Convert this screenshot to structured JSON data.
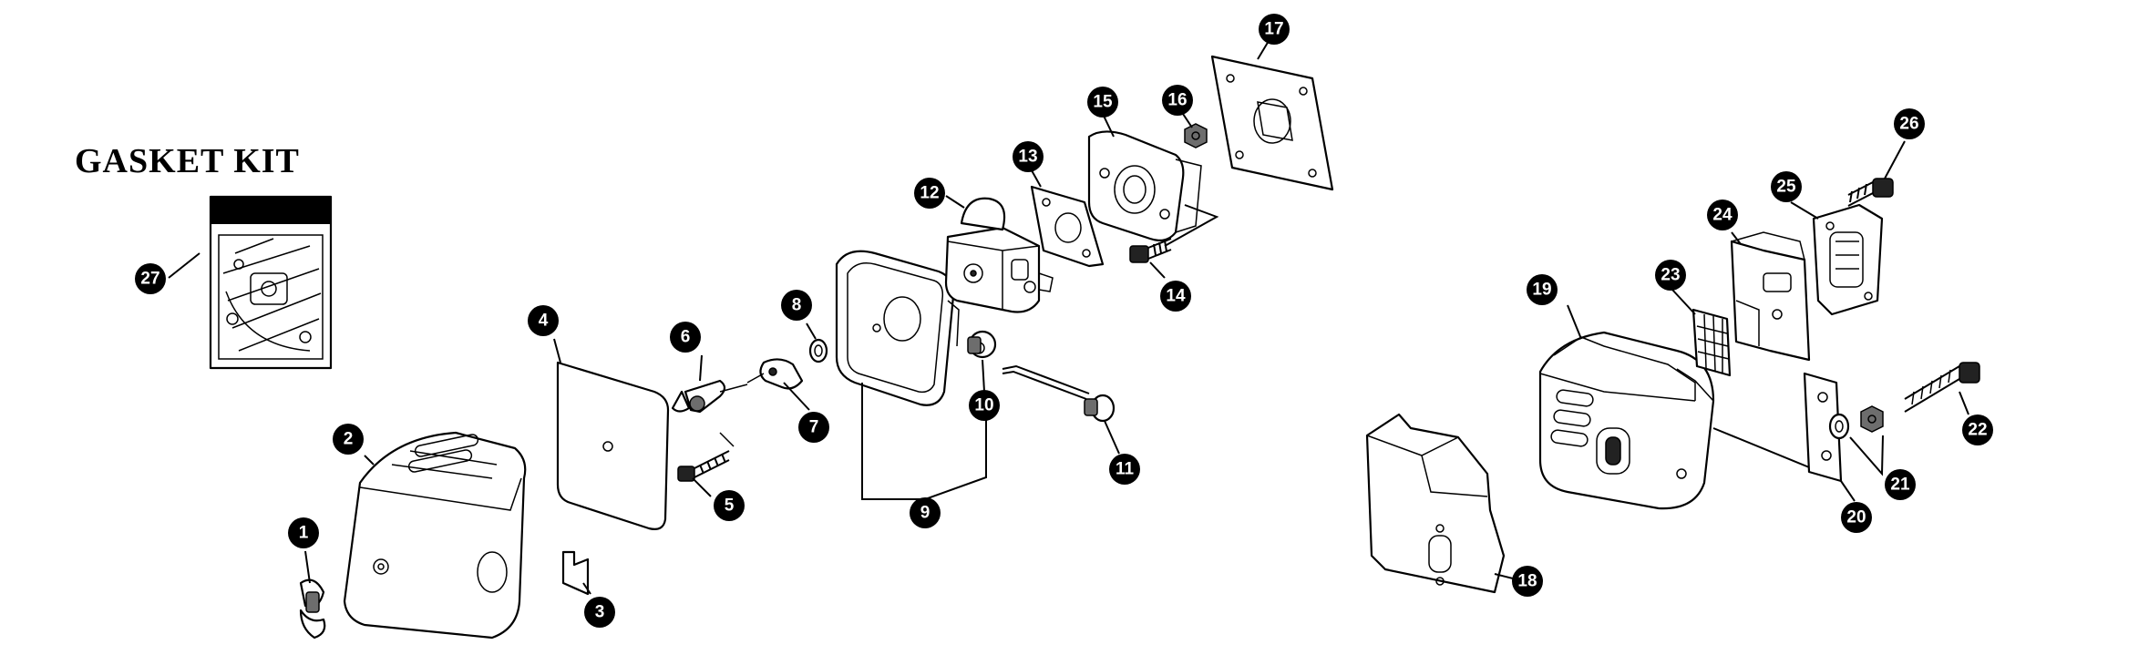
{
  "title": "GASKET KIT",
  "callouts": [
    {
      "id": "c1",
      "label": "1"
    },
    {
      "id": "c2",
      "label": "2"
    },
    {
      "id": "c3",
      "label": "3"
    },
    {
      "id": "c4",
      "label": "4"
    },
    {
      "id": "c5",
      "label": "5"
    },
    {
      "id": "c6",
      "label": "6"
    },
    {
      "id": "c7",
      "label": "7"
    },
    {
      "id": "c8",
      "label": "8"
    },
    {
      "id": "c9",
      "label": "9"
    },
    {
      "id": "c10",
      "label": "10"
    },
    {
      "id": "c11",
      "label": "11"
    },
    {
      "id": "c12",
      "label": "12"
    },
    {
      "id": "c13",
      "label": "13"
    },
    {
      "id": "c14",
      "label": "14"
    },
    {
      "id": "c15",
      "label": "15"
    },
    {
      "id": "c16",
      "label": "16"
    },
    {
      "id": "c17",
      "label": "17"
    },
    {
      "id": "c18",
      "label": "18"
    },
    {
      "id": "c19",
      "label": "19"
    },
    {
      "id": "c20",
      "label": "20"
    },
    {
      "id": "c21",
      "label": "21"
    },
    {
      "id": "c22",
      "label": "22"
    },
    {
      "id": "c23",
      "label": "23"
    },
    {
      "id": "c24",
      "label": "24"
    },
    {
      "id": "c25",
      "label": "25"
    },
    {
      "id": "c26",
      "label": "26"
    },
    {
      "id": "c27",
      "label": "27"
    }
  ]
}
